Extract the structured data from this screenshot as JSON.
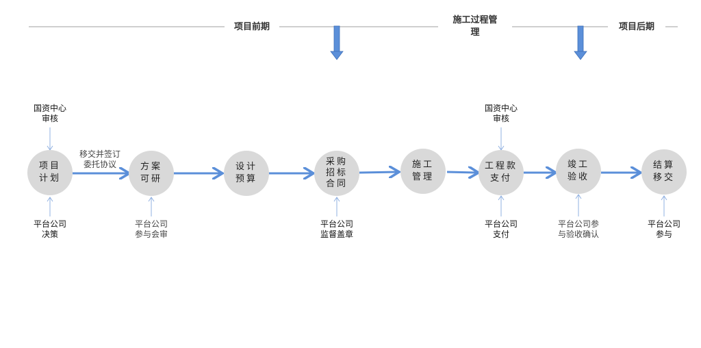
{
  "phases": {
    "pre": "项目前期",
    "construction": "施工过程管\n理",
    "post": "项目后期"
  },
  "nodes": [
    {
      "label": "项目\n计划"
    },
    {
      "label": "方案\n可研"
    },
    {
      "label": "设计\n预算"
    },
    {
      "label": "采购\n招标\n合同"
    },
    {
      "label": "施工\n管理"
    },
    {
      "label": "工程款\n支付"
    },
    {
      "label": "竣工\n验收"
    },
    {
      "label": "结算\n移交"
    }
  ],
  "edge_labels": {
    "plan_to_study": "移交并签订\n委托协议"
  },
  "top_labels": {
    "plan": "国资中心\n审核",
    "payment": "国资中心\n审核"
  },
  "bottom_labels": {
    "plan": "平台公司\n决策",
    "study": "平台公司\n参与会审",
    "procurement": "平台公司\n监督盖章",
    "payment": "平台公司\n支付",
    "acceptance": "平台公司参\n与验收确认",
    "settlement": "平台公司\n参与"
  },
  "colors": {
    "arrow": "#5b8fd9",
    "node": "#d9d9d9",
    "rule": "#bfbfbf"
  }
}
